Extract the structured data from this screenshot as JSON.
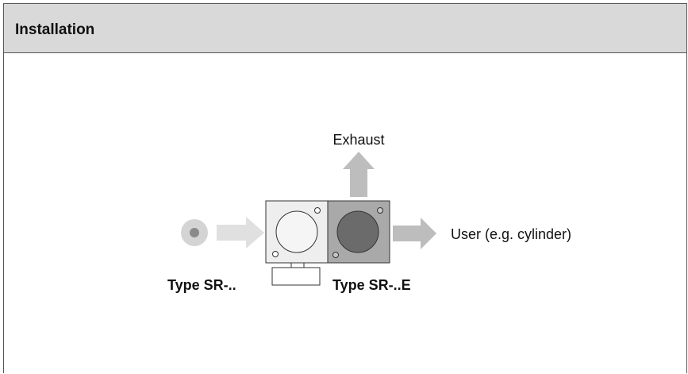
{
  "header": {
    "title": "Installation"
  },
  "diagram": {
    "exhaust_label": "Exhaust",
    "user_label": "User (e.g. cylinder)",
    "type_left_label": "Type SR-..",
    "type_right_label": "Type SR-..E"
  },
  "colors": {
    "header_bg": "#d9d9d9",
    "left_block_fill": "#eeeeee",
    "right_block_fill": "#a9a9a9",
    "right_inner_circle": "#6b6b6b",
    "arrow_gray": "#bdbdbd",
    "arrow_light": "#e0e0e0"
  }
}
